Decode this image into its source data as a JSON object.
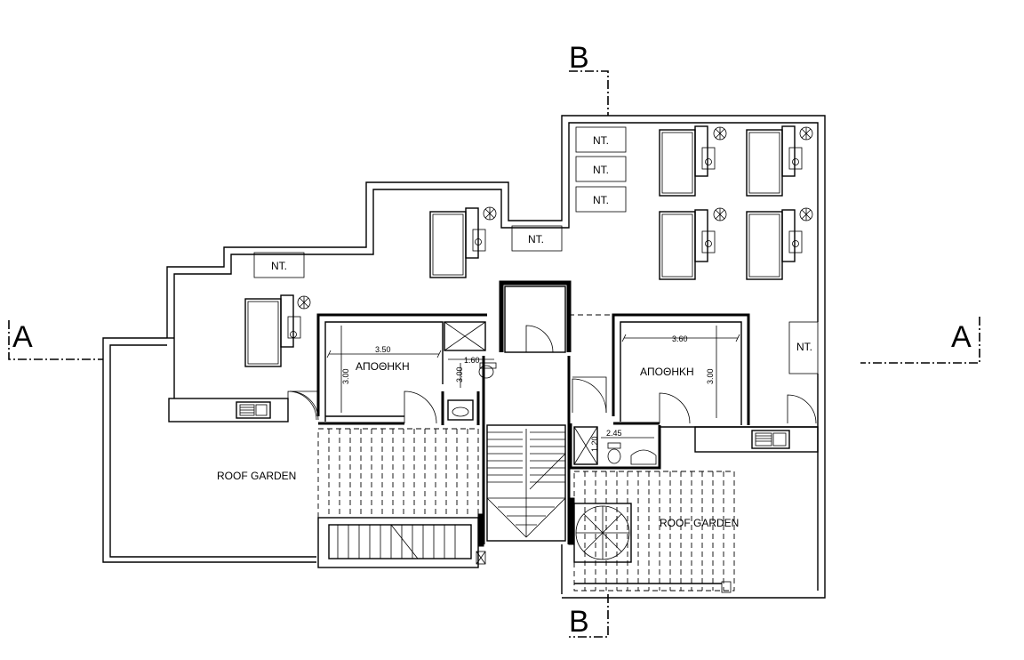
{
  "drawing": {
    "section_marks": {
      "a_left": "A",
      "a_right": "A",
      "b_top": "B",
      "b_bottom": "B"
    },
    "rooms": {
      "storage_left": "ΑΠΟΘΗΚΗ",
      "storage_right": "ΑΠΟΘΗΚΗ",
      "roof_garden_left": "ROOF GARDEN",
      "roof_garden_right": "ROOF GARDEN"
    },
    "dimensions": {
      "storage_left_width": "3.50",
      "storage_left_depth": "3.00",
      "wc_left_width": "1.60",
      "wc_left_depth": "3.00",
      "storage_right_width": "3.60",
      "storage_right_depth": "3.00",
      "wc_right_width": "2.45",
      "wc_right_depth": "1.20"
    },
    "equipment_tag": "NT."
  }
}
